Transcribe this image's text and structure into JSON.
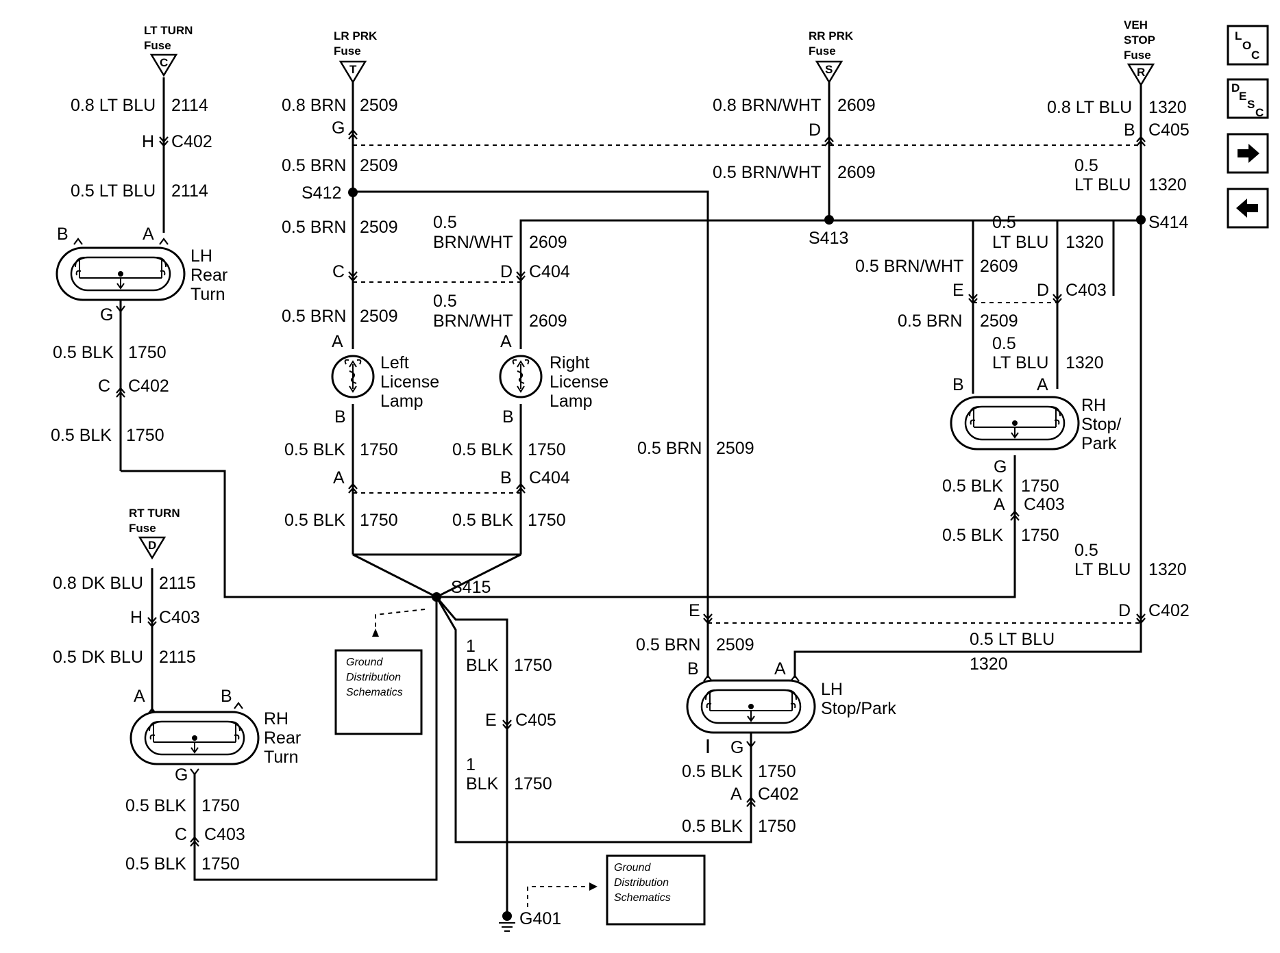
{
  "fuses": {
    "lt_turn": {
      "name": "LT TURN",
      "sub": "Fuse",
      "letter": "C"
    },
    "lr_prk": {
      "name": "LR PRK",
      "sub": "Fuse",
      "letter": "T"
    },
    "rr_prk": {
      "name": "RR PRK",
      "sub": "Fuse",
      "letter": "S"
    },
    "veh_stop": {
      "name1": "VEH",
      "name2": "STOP",
      "sub": "Fuse",
      "letter": "R"
    },
    "rt_turn": {
      "name": "RT TURN",
      "sub": "Fuse",
      "letter": "D"
    }
  },
  "wires": {
    "w08ltblu": "0.8 LT BLU",
    "w05ltblu": "0.5 LT BLU",
    "w08brn": "0.8 BRN",
    "w05brn": "0.5 BRN",
    "w08brnwht": "0.8 BRN/WHT",
    "w05brnwht": "0.5 BRN/WHT",
    "w05": "0.5",
    "brnwht": "BRN/WHT",
    "ltblu": "LT BLU",
    "w05blk": "0.5 BLK",
    "w1": "1",
    "blk": "BLK",
    "w08dkblu": "0.8 DK BLU",
    "w05dkblu": "0.5 DK BLU"
  },
  "circuits": {
    "c2114": "2114",
    "c2509": "2509",
    "c2609": "2609",
    "c1320": "1320",
    "c1750": "1750",
    "c2115": "2115"
  },
  "connectors": {
    "c402": "C402",
    "c403": "C403",
    "c404": "C404",
    "c405": "C405"
  },
  "pins": {
    "a": "A",
    "b": "B",
    "c": "C",
    "d": "D",
    "e": "E",
    "g": "G",
    "h": "H"
  },
  "splices": {
    "s412": "S412",
    "s413": "S413",
    "s414": "S414",
    "s415": "S415"
  },
  "ground": "G401",
  "components": {
    "lh_rear_turn": [
      "LH",
      "Rear",
      "Turn"
    ],
    "rh_rear_turn": [
      "RH",
      "Rear",
      "Turn"
    ],
    "left_license": [
      "Left",
      "License",
      "Lamp"
    ],
    "right_license": [
      "Right",
      "License",
      "Lamp"
    ],
    "rh_stop_park": [
      "RH",
      "Stop/",
      "Park"
    ],
    "lh_stop_park": [
      "LH",
      "Stop/Park"
    ]
  },
  "ground_ref": [
    "Ground",
    "Distribution",
    "Schematics"
  ],
  "nav": {
    "loc": {
      "l1": "L",
      "l2": "O",
      "l3": "C"
    },
    "desc": {
      "l1": "D",
      "l2": "E",
      "l3": "S",
      "l4": "C"
    },
    "forward_icon": "arrow-right-icon",
    "back_icon": "arrow-left-icon"
  }
}
